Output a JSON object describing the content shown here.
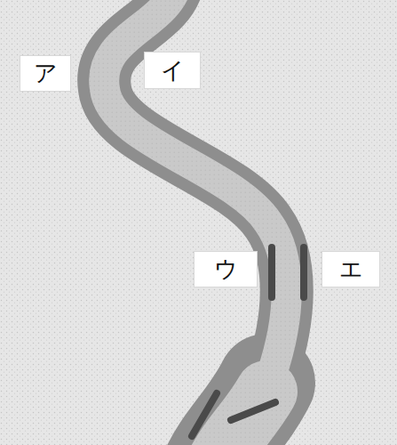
{
  "diagram": {
    "labels": [
      "ア",
      "イ",
      "ウ",
      "エ"
    ]
  }
}
